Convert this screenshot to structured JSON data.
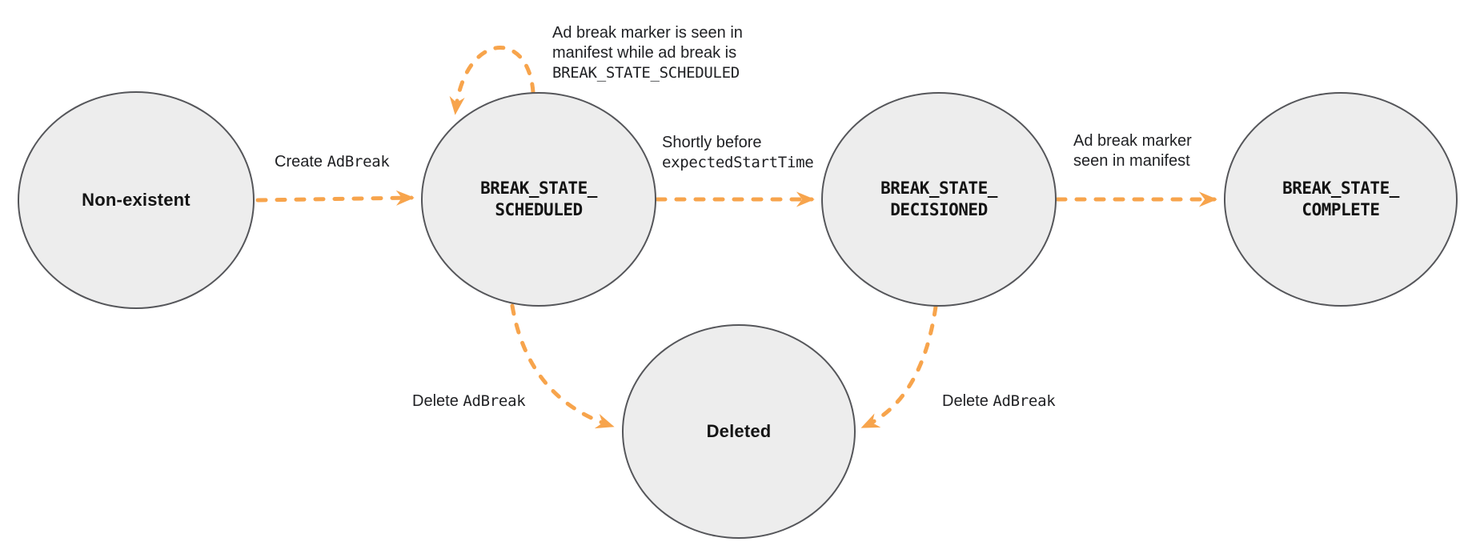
{
  "colors": {
    "arrow": "#F7A44C",
    "node_fill": "#EDEDED",
    "node_border": "#55565A",
    "text": "#202124"
  },
  "nodes": [
    {
      "id": "non-existent",
      "label": "Non-existent"
    },
    {
      "id": "break-state-scheduled",
      "label": "BREAK_STATE_\nSCHEDULED"
    },
    {
      "id": "break-state-decisioned",
      "label": "BREAK_STATE_\nDECISIONED"
    },
    {
      "id": "break-state-complete",
      "label": "BREAK_STATE_\nCOMPLETE"
    },
    {
      "id": "deleted",
      "label": "Deleted"
    }
  ],
  "edge_labels": {
    "create": {
      "text": "Create ",
      "code": "AdBreak"
    },
    "self_loop": {
      "line1": "Ad break marker is seen in",
      "line2": "manifest while ad break is",
      "line3_code": "BREAK_STATE_SCHEDULED"
    },
    "shortly_before": {
      "line1": "Shortly before",
      "line2_code": "expectedStartTime"
    },
    "marker_seen": {
      "line1": "Ad break marker",
      "line2": "seen in manifest"
    },
    "delete_from_scheduled": {
      "text": "Delete ",
      "code": "AdBreak"
    },
    "delete_from_decisioned": {
      "text": "Delete ",
      "code": "AdBreak"
    }
  }
}
